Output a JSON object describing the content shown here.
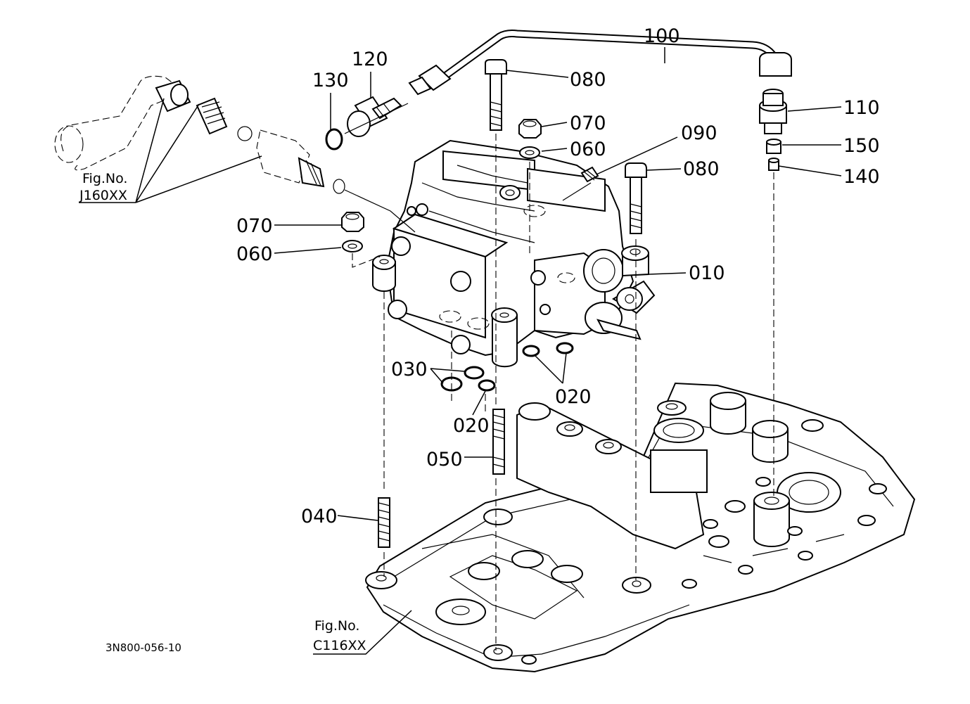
{
  "diagram": {
    "callouts": {
      "c100": "100",
      "c120": "120",
      "c130": "130",
      "c080a": "080",
      "c070a": "070",
      "c060a": "060",
      "c090": "090",
      "c080b": "080",
      "c110": "110",
      "c150": "150",
      "c140": "140",
      "c070b": "070",
      "c060b": "060",
      "c010": "010",
      "c030": "030",
      "c020a": "020",
      "c020b": "020",
      "c050": "050",
      "c040": "040"
    },
    "refs": {
      "top": {
        "line1": "Fig.No.",
        "line2": "J160XX"
      },
      "bottom": {
        "line1": "Fig.No.",
        "line2": "C116XX"
      }
    },
    "drawing_code": "3N800-056-10"
  }
}
